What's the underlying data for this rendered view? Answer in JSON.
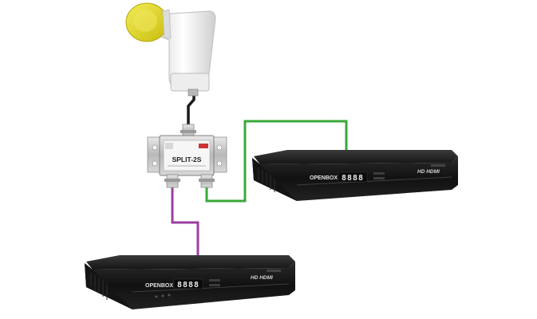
{
  "splitter": {
    "label": "SPLIT-2S"
  },
  "receiver_right": {
    "brand": "OPENBOX",
    "display": "8888",
    "badge": "HD HDMI"
  },
  "receiver_bottom": {
    "brand": "OPENBOX",
    "display": "8888",
    "badge": "HD HDMI"
  },
  "colors": {
    "cable_black": "#1a1a1a",
    "cable_green": "#3aa83a",
    "cable_purple": "#9c3fa0",
    "lnb_cap": "#e6dc1a",
    "lnb_body": "#f2f2f2",
    "receiver_body": "#1b1b1b",
    "display_led": "#e8e8e8"
  }
}
